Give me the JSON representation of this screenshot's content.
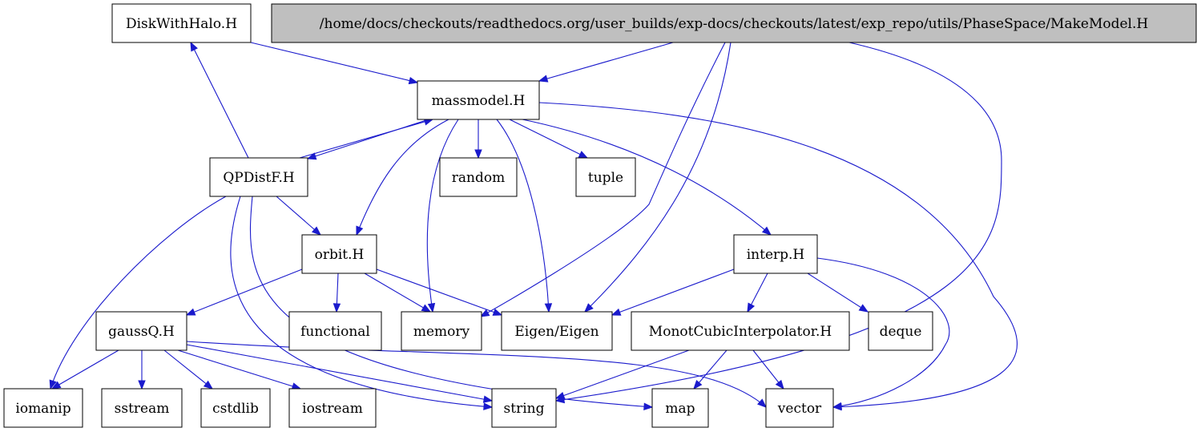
{
  "nodes": [
    {
      "id": "diskwithhalo",
      "label": "DiskWithHalo.H"
    },
    {
      "id": "makemodel",
      "label": "/home/docs/checkouts/readthedocs.org/user_builds/exp-docs/checkouts/latest/exp_repo/utils/PhaseSpace/MakeModel.H",
      "highlight": true
    },
    {
      "id": "massmodel",
      "label": "massmodel.H"
    },
    {
      "id": "qpdistf",
      "label": "QPDistF.H"
    },
    {
      "id": "random",
      "label": "random"
    },
    {
      "id": "tuple",
      "label": "tuple"
    },
    {
      "id": "orbit",
      "label": "orbit.H"
    },
    {
      "id": "interp",
      "label": "interp.H"
    },
    {
      "id": "gaussq",
      "label": "gaussQ.H"
    },
    {
      "id": "functional",
      "label": "functional"
    },
    {
      "id": "memory",
      "label": "memory"
    },
    {
      "id": "eigen",
      "label": "Eigen/Eigen"
    },
    {
      "id": "monotcubic",
      "label": "MonotCubicInterpolator.H"
    },
    {
      "id": "deque",
      "label": "deque"
    },
    {
      "id": "iomanip",
      "label": "iomanip"
    },
    {
      "id": "sstream",
      "label": "sstream"
    },
    {
      "id": "cstdlib",
      "label": "cstdlib"
    },
    {
      "id": "iostream",
      "label": "iostream"
    },
    {
      "id": "string",
      "label": "string"
    },
    {
      "id": "map",
      "label": "map"
    },
    {
      "id": "vector",
      "label": "vector"
    }
  ],
  "edges": [
    {
      "from": "diskwithhalo",
      "to": "massmodel"
    },
    {
      "from": "makemodel",
      "to": "massmodel"
    },
    {
      "from": "makemodel",
      "to": "memory"
    },
    {
      "from": "makemodel",
      "to": "eigen"
    },
    {
      "from": "makemodel",
      "to": "string"
    },
    {
      "from": "massmodel",
      "to": "qpdistf"
    },
    {
      "from": "qpdistf",
      "to": "massmodel"
    },
    {
      "from": "qpdistf",
      "to": "diskwithhalo"
    },
    {
      "from": "massmodel",
      "to": "random"
    },
    {
      "from": "massmodel",
      "to": "tuple"
    },
    {
      "from": "massmodel",
      "to": "orbit"
    },
    {
      "from": "massmodel",
      "to": "memory"
    },
    {
      "from": "massmodel",
      "to": "eigen"
    },
    {
      "from": "massmodel",
      "to": "interp"
    },
    {
      "from": "massmodel",
      "to": "vector"
    },
    {
      "from": "qpdistf",
      "to": "orbit"
    },
    {
      "from": "qpdistf",
      "to": "iomanip"
    },
    {
      "from": "qpdistf",
      "to": "string"
    },
    {
      "from": "qpdistf",
      "to": "map"
    },
    {
      "from": "orbit",
      "to": "gaussq"
    },
    {
      "from": "orbit",
      "to": "functional"
    },
    {
      "from": "orbit",
      "to": "memory"
    },
    {
      "from": "orbit",
      "to": "eigen"
    },
    {
      "from": "interp",
      "to": "eigen"
    },
    {
      "from": "interp",
      "to": "monotcubic"
    },
    {
      "from": "interp",
      "to": "deque"
    },
    {
      "from": "interp",
      "to": "vector"
    },
    {
      "from": "gaussq",
      "to": "iomanip"
    },
    {
      "from": "gaussq",
      "to": "sstream"
    },
    {
      "from": "gaussq",
      "to": "cstdlib"
    },
    {
      "from": "gaussq",
      "to": "iostream"
    },
    {
      "from": "gaussq",
      "to": "string"
    },
    {
      "from": "gaussq",
      "to": "vector"
    },
    {
      "from": "monotcubic",
      "to": "string"
    },
    {
      "from": "monotcubic",
      "to": "map"
    },
    {
      "from": "monotcubic",
      "to": "vector"
    }
  ]
}
